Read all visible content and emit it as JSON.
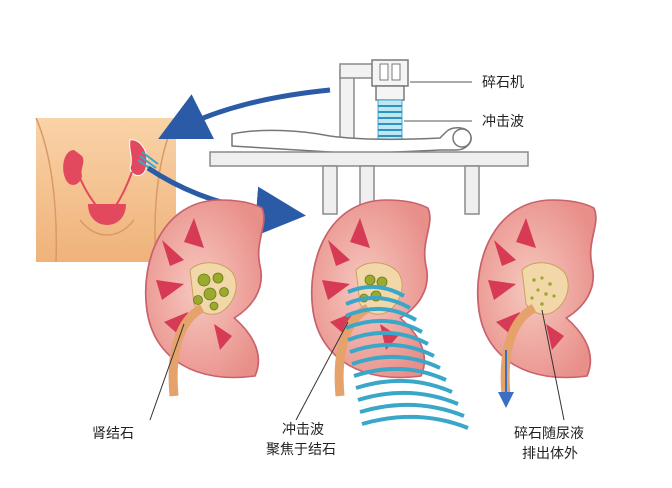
{
  "labels": {
    "lithotripter": "碎石机",
    "shockwave": "冲击波",
    "kidney_stone": "肾结石",
    "focus_line1": "冲击波",
    "focus_line2": "聚焦于结石",
    "expel_line1": "碎石随尿液",
    "expel_line2": "排出体外"
  },
  "colors": {
    "skin": "#f7c796",
    "kidney_outer": "#f0a49b",
    "kidney_cortex": "#e36a7a",
    "pyramid": "#d63a55",
    "pelvis": "#f2d8a8",
    "stone": "#9aaa2e",
    "wave": "#3aa7c9",
    "arrow": "#2b5aa6",
    "machine": "#efefef",
    "machine_stroke": "#8a8a8a"
  }
}
